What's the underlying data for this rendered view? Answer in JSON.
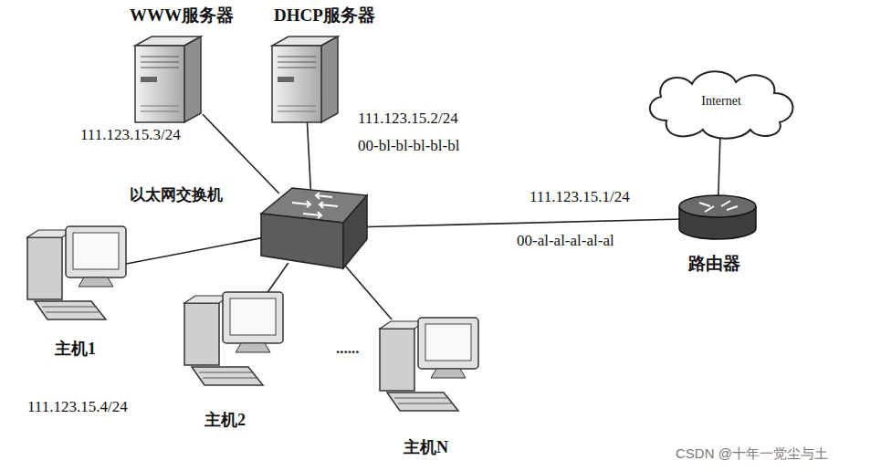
{
  "diagram": {
    "nodes": [
      {
        "text": [
          "WWW服务器",
          "111.123.15.3/24"
        ]
      },
      {
        "text": [
          "DHCP服务器",
          "111.123.15.2/24",
          "00-bl-bl-bl-bl-bl"
        ]
      },
      {
        "text": [
          "以太网交换机"
        ]
      },
      {
        "text": [
          "Internet"
        ]
      },
      {
        "text": [
          "路由器"
        ]
      },
      {
        "text": [
          "主机1",
          "111.123.15.4/24"
        ]
      },
      {
        "text": [
          "主机2"
        ]
      },
      {
        "text": [
          "主机N"
        ]
      }
    ],
    "edges": [
      {
        "from": 2,
        "to": 0,
        "arrow": "none"
      },
      {
        "from": 2,
        "to": 1,
        "arrow": "none"
      },
      {
        "from": 2,
        "to": 5,
        "arrow": "none"
      },
      {
        "from": 2,
        "to": 6,
        "arrow": "none"
      },
      {
        "from": 2,
        "to": 7,
        "arrow": "none"
      },
      {
        "from": 2,
        "to": 4,
        "arrow": "none"
      },
      {
        "from": 4,
        "to": 3,
        "arrow": "none"
      }
    ],
    "labels": [
      "111.123.15.1/24",
      "00-al-al-al-al-al",
      "......",
      "CSDN @十年一觉尘与土"
    ]
  }
}
